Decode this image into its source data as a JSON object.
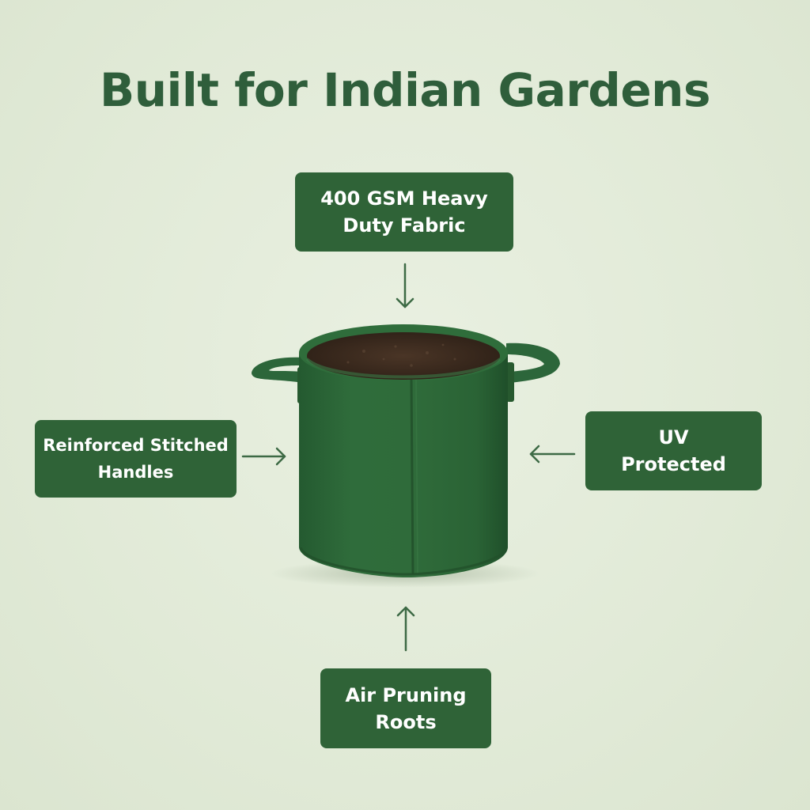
{
  "title": "Built for Indian Gardens",
  "callouts": {
    "top": {
      "line1": "400 GSM Heavy",
      "line2": "Duty Fabric"
    },
    "left": {
      "line1": "Reinforced Stitched",
      "line2": "Handles"
    },
    "right": {
      "line1": "UV",
      "line2": "Protected"
    },
    "bottom": {
      "line1": "Air Pruning",
      "line2": "Roots"
    }
  },
  "colors": {
    "background": "#e3ecda",
    "title": "#2f5e3b",
    "callout_bg": "#2f6337",
    "callout_text": "#ffffff",
    "arrow": "#3d6a45",
    "bag": "#2e6a3a",
    "soil": "#3a2a1f"
  },
  "icons": {
    "product": "grow-bag-illustration",
    "arrows": [
      "arrow-down-icon",
      "arrow-right-icon",
      "arrow-left-icon",
      "arrow-up-icon"
    ]
  }
}
